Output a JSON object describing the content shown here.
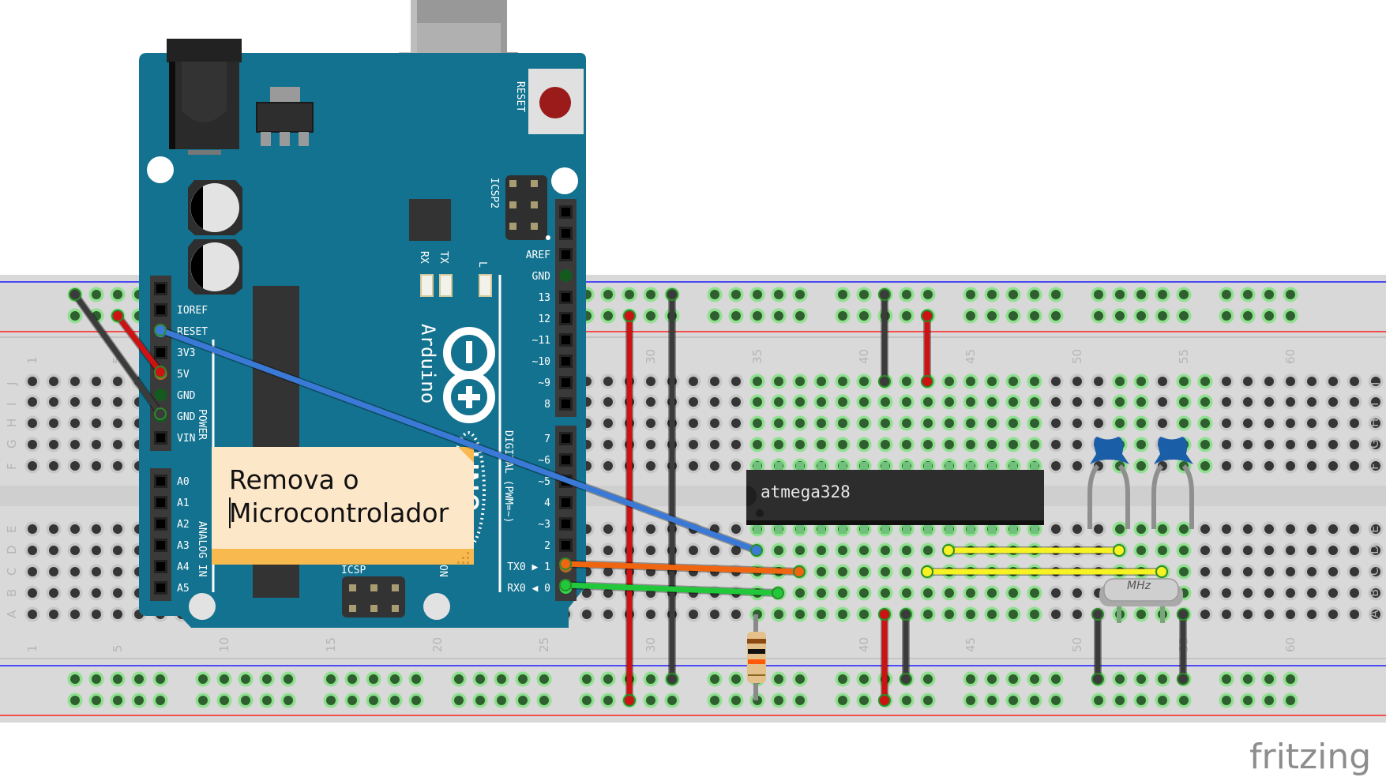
{
  "app": {
    "logo_text": "fritzing"
  },
  "colors": {
    "board": "#13728f",
    "breadboard": "#d9d9d9",
    "rail_blue": "#1b1bff",
    "rail_red": "#ff1f1f",
    "wire_red": "#cc1212",
    "wire_black": "#3b3b3b",
    "wire_blue": "#3a7ad6",
    "wire_orange": "#f0650f",
    "wire_green": "#20c83a",
    "wire_yellow": "#f7f222",
    "note_bg": "#fde7c9",
    "note_bar": "#f8b94e",
    "capacitor": "#1b5ea8"
  },
  "note": {
    "line1": "Remova o",
    "line2": "Microcontrolador"
  },
  "arduino": {
    "brand": "Arduino",
    "model": "UNO",
    "reset_label": "RESET",
    "icsp2_label": "ICSP2",
    "icsp_label": "ICSP",
    "on_label": "ON",
    "led_labels": [
      "RX",
      "TX",
      "L"
    ],
    "power_header_title": "POWER",
    "analog_header_title": "ANALOG IN",
    "digital_header_title": "DIGITAL (PWM=~)",
    "power_pins": [
      "",
      "IOREF",
      "RESET",
      "3V3",
      "5V",
      "GND",
      "GND",
      "VIN"
    ],
    "analog_pins": [
      "A0",
      "A1",
      "A2",
      "A3",
      "A4",
      "A5"
    ],
    "digital_upper_pins": [
      "",
      "",
      "AREF",
      "GND",
      "13",
      "12",
      "~11",
      "~10",
      "~9",
      "8"
    ],
    "digital_lower_pins": [
      "7",
      "~6",
      "~5",
      "4",
      "~3",
      "2",
      "TX0 ▶ 1",
      "RX0 ◀ 0"
    ]
  },
  "breadboard": {
    "row_letters_top": [
      "J",
      "I",
      "H",
      "G",
      "F"
    ],
    "row_letters_bottom": [
      "E",
      "D",
      "C",
      "B",
      "A"
    ],
    "column_numbers": [
      "1",
      "5",
      "10",
      "15",
      "20",
      "25",
      "30",
      "35",
      "40",
      "45",
      "50",
      "55",
      "60"
    ]
  },
  "components": {
    "chip_label": "atmega328",
    "crystal_label": "MHz"
  }
}
